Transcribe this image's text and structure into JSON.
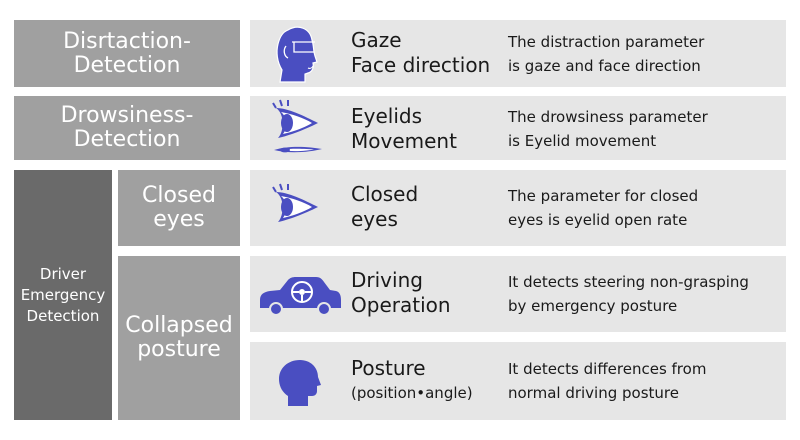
{
  "colors": {
    "category_bg": "#a0a0a0",
    "category_dark_bg": "#6a6a6a",
    "row_bg": "#e6e6e6",
    "icon_blue": "#4a4ec1"
  },
  "categories": {
    "distraction": [
      "Disrtaction-",
      "Detection"
    ],
    "drowsiness": [
      "Drowsiness-",
      "Detection"
    ],
    "emergency": [
      "Driver",
      "Emergency",
      "Detection"
    ],
    "closed_eyes": [
      "Closed",
      "eyes"
    ],
    "collapsed": [
      "Collapsed",
      "posture"
    ]
  },
  "rows": [
    {
      "icon": "face-profile-icon",
      "param": [
        "Gaze",
        "Face direction"
      ],
      "desc": [
        "The distraction parameter",
        "is gaze and face direction"
      ]
    },
    {
      "icon": "eyelid-movement-icon",
      "param": [
        "Eyelids",
        "Movement"
      ],
      "desc": [
        "The drowsiness parameter",
        "is Eyelid movement"
      ]
    },
    {
      "icon": "eye-icon",
      "param": [
        "Closed",
        "eyes"
      ],
      "desc": [
        "The parameter for closed",
        "eyes is eyelid open rate"
      ]
    },
    {
      "icon": "car-steering-icon",
      "param": [
        "Driving",
        "Operation"
      ],
      "desc": [
        "It detects steering non-grasping",
        "by emergency posture"
      ]
    },
    {
      "icon": "head-silhouette-icon",
      "param": [
        "Posture",
        "(position•angle)"
      ],
      "desc": [
        "It detects differences from",
        "normal driving posture"
      ]
    }
  ]
}
